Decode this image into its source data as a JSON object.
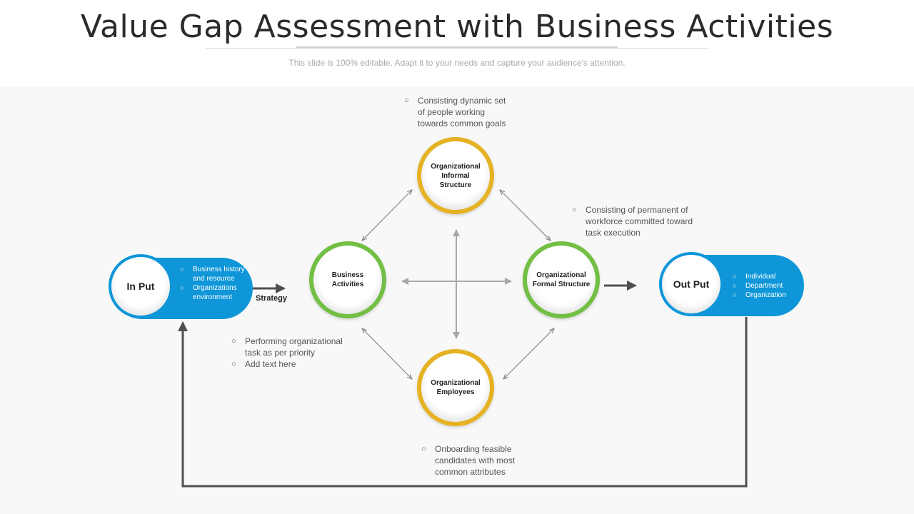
{
  "header": {
    "title": "Value Gap Assessment with Business Activities",
    "subtitle": "This slide is 100% editable. Adapt it to your needs and capture your audience's attention."
  },
  "nodes": {
    "informal": "Organizational Informal Structure",
    "business": "Business Activities",
    "formal": "Organizational Formal Structure",
    "employees": "Organizational Employees"
  },
  "input": {
    "title": "In Put",
    "items": [
      "Business history and resource",
      "Organizations environment"
    ]
  },
  "output": {
    "title": "Out Put",
    "items": [
      "Individual",
      "Department",
      "Organization"
    ]
  },
  "strategy_label": "Strategy",
  "notes": {
    "informal": [
      "Consisting dynamic set of people working towards common goals"
    ],
    "formal": [
      "Consisting of permanent of workforce committed toward task execution"
    ],
    "business": [
      "Performing organizational task as per priority",
      "Add text here"
    ],
    "employees": [
      "Onboarding feasible candidates with most common attributes"
    ]
  },
  "colors": {
    "yellow_ring": "#e6b223",
    "green_ring": "#72bf44",
    "blue_pill": "#0e96d8",
    "arrow_dark": "#505050"
  }
}
